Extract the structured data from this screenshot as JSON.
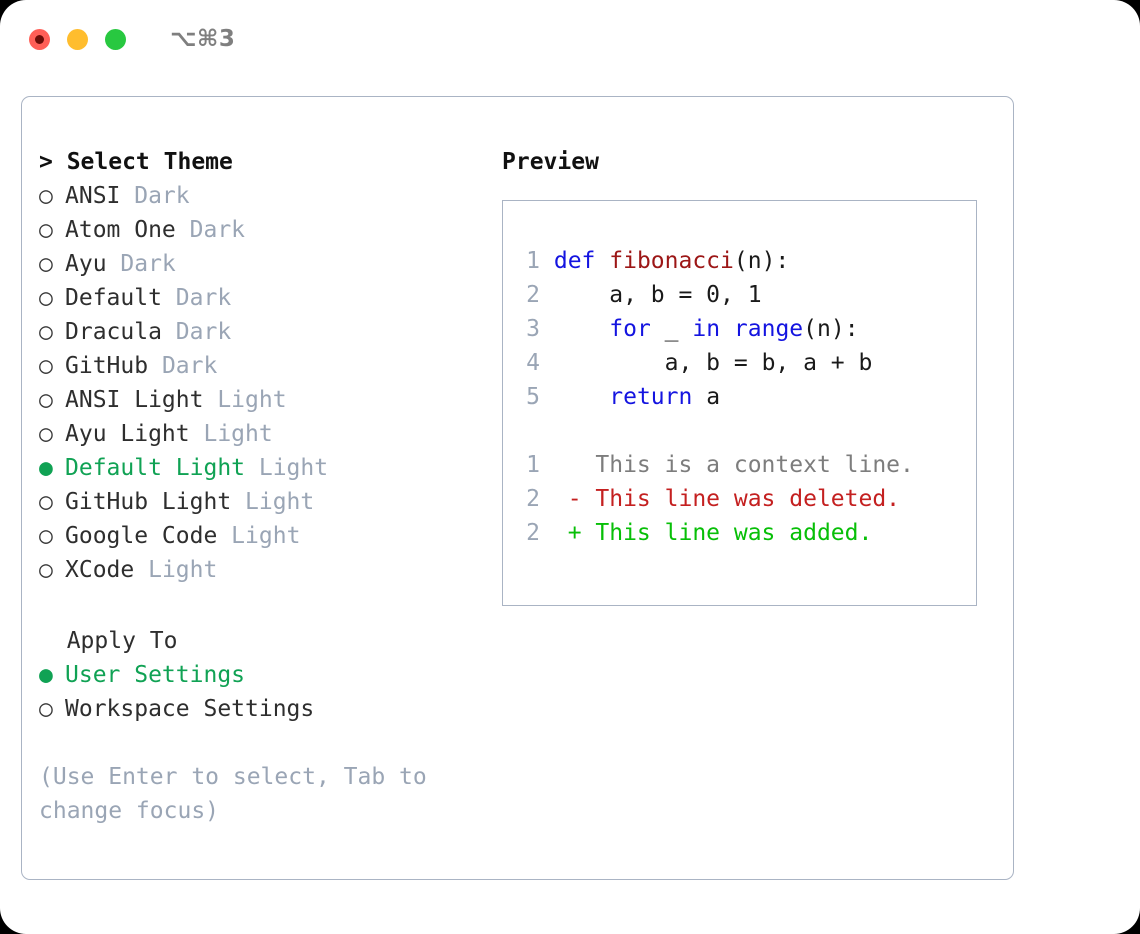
{
  "window": {
    "shortcut": "⌥⌘3",
    "traffic_lights": [
      {
        "name": "close",
        "color": "#ff5f57"
      },
      {
        "name": "minimize",
        "color": "#ffbd2e"
      },
      {
        "name": "maximize",
        "color": "#28c840"
      }
    ]
  },
  "colors": {
    "panel_border": "#aab4c4",
    "selection_green": "#10a254",
    "category_gray": "#9aa5b5",
    "keyword_blue": "#1414e0",
    "function_red": "#9c1616",
    "diff_add_green": "#07bf07",
    "diff_del_red": "#c42020",
    "diff_context_gray": "#7d7d7d"
  },
  "theme_selector": {
    "header": "> Select Theme",
    "marker_selected": "●",
    "marker_unselected": "○",
    "items": [
      {
        "name": "ANSI",
        "category": "Dark",
        "selected": false
      },
      {
        "name": "Atom One",
        "category": "Dark",
        "selected": false
      },
      {
        "name": "Ayu",
        "category": "Dark",
        "selected": false
      },
      {
        "name": "Default",
        "category": "Dark",
        "selected": false
      },
      {
        "name": "Dracula",
        "category": "Dark",
        "selected": false
      },
      {
        "name": "GitHub",
        "category": "Dark",
        "selected": false
      },
      {
        "name": "ANSI Light",
        "category": "Light",
        "selected": false
      },
      {
        "name": "Ayu Light",
        "category": "Light",
        "selected": false
      },
      {
        "name": "Default Light",
        "category": "Light",
        "selected": true
      },
      {
        "name": "GitHub Light",
        "category": "Light",
        "selected": false
      },
      {
        "name": "Google Code",
        "category": "Light",
        "selected": false
      },
      {
        "name": "XCode",
        "category": "Light",
        "selected": false
      }
    ]
  },
  "apply_to": {
    "header": "Apply To",
    "items": [
      {
        "name": "User Settings",
        "selected": true
      },
      {
        "name": "Workspace Settings",
        "selected": false
      }
    ]
  },
  "help": {
    "text": "(Use Enter to select, Tab to change focus)"
  },
  "preview": {
    "title": "Preview",
    "code_lines": [
      {
        "lineno": "1",
        "tokens": [
          {
            "t": "def ",
            "c": "kw"
          },
          {
            "t": "fibonacci",
            "c": "fn"
          },
          {
            "t": "(n):",
            "c": "plain"
          }
        ]
      },
      {
        "lineno": "2",
        "tokens": [
          {
            "t": "    a, b = 0, 1",
            "c": "plain"
          }
        ]
      },
      {
        "lineno": "3",
        "tokens": [
          {
            "t": "    ",
            "c": "plain"
          },
          {
            "t": "for",
            "c": "kw"
          },
          {
            "t": " _ ",
            "c": "plain"
          },
          {
            "t": "in",
            "c": "kw"
          },
          {
            "t": " ",
            "c": "plain"
          },
          {
            "t": "range",
            "c": "kw"
          },
          {
            "t": "(n):",
            "c": "plain"
          }
        ]
      },
      {
        "lineno": "4",
        "tokens": [
          {
            "t": "        a, b = b, a + b",
            "c": "plain"
          }
        ]
      },
      {
        "lineno": "5",
        "tokens": [
          {
            "t": "    ",
            "c": "plain"
          },
          {
            "t": "return",
            "c": "kw"
          },
          {
            "t": " a",
            "c": "plain"
          }
        ]
      }
    ],
    "diff_lines": [
      {
        "lineno": "1",
        "sign": "  ",
        "text": "This is a context line.",
        "kind": "ctx"
      },
      {
        "lineno": "2",
        "sign": "- ",
        "text": "This line was deleted.",
        "kind": "del"
      },
      {
        "lineno": "2",
        "sign": "+ ",
        "text": "This line was added.",
        "kind": "add"
      }
    ]
  }
}
